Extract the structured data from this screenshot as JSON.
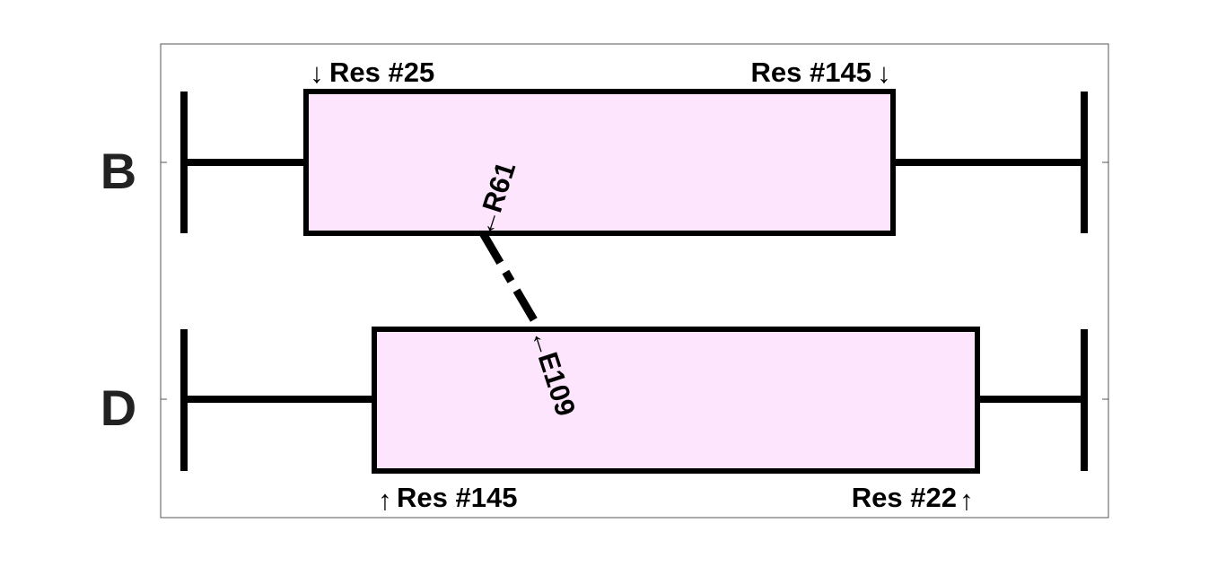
{
  "colors": {
    "box_fill": "#fde5fd",
    "stroke": "#000000",
    "frame": "#555555",
    "chain_text": "#222222"
  },
  "chains": [
    {
      "label": "B",
      "start_label": "Res #25",
      "end_label": "Res #145",
      "start_arrow": "↓",
      "end_arrow": "↓"
    },
    {
      "label": "D",
      "start_label": "Res #145",
      "end_label": "Res #22",
      "start_arrow": "↑",
      "end_arrow": "↑"
    }
  ],
  "contact": {
    "top_residue": "R61",
    "bottom_residue": "E109",
    "arrow": "←"
  }
}
